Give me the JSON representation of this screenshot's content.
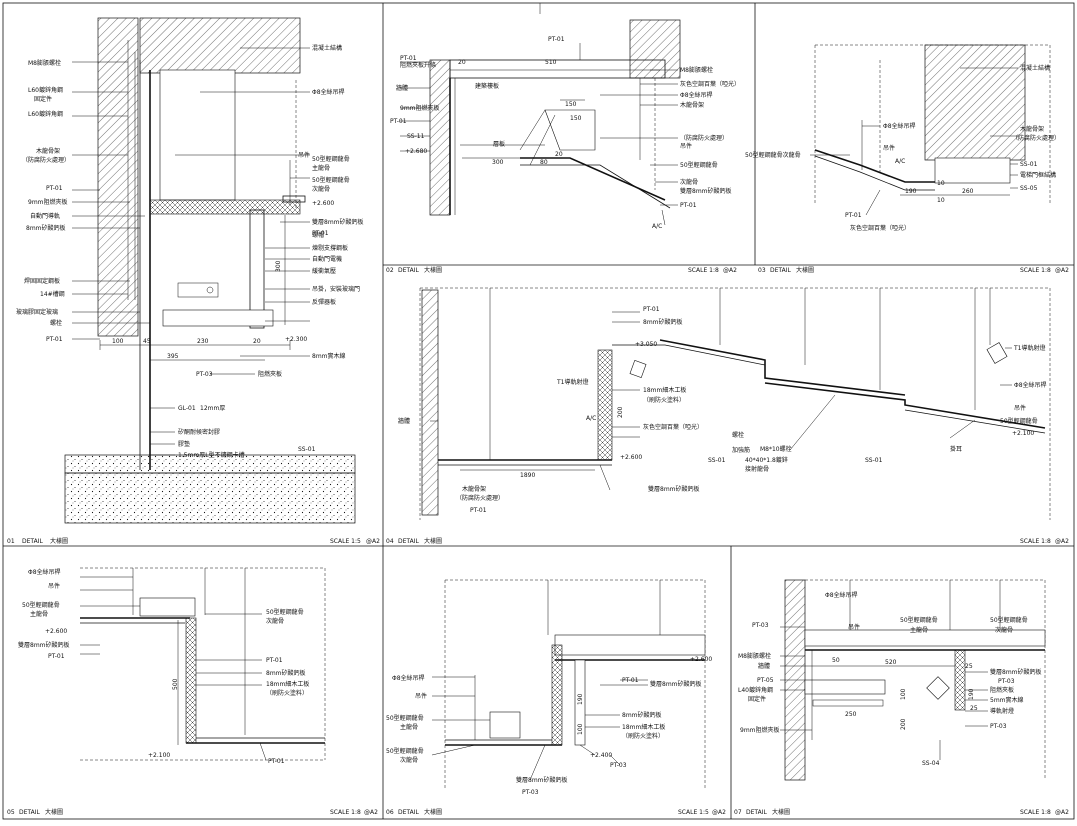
{
  "panels": [
    {
      "num": "01",
      "title": "DETAIL",
      "subtitle": "大樣圖",
      "scale": "SCALE 1:5",
      "paper": "@A2",
      "labels": [
        "M8膨脹螺栓",
        "L60鍍鋅角鋼",
        "固定件",
        "L60鍍鋅角鋼",
        "木龍骨架",
        "（防腐防火處理）",
        "PT-01",
        "9mm阻燃夾板",
        "自動門導軌",
        "8mm矽酸鈣板",
        "焊固固定鋼板",
        "14#槽鋼",
        "玻璃膠固定玻璃",
        "螺栓",
        "PT-01",
        "混凝土結構",
        "Φ8全絲吊桿",
        "吊件",
        "50型輕鋼龍骨",
        "主龍骨",
        "50型輕鋼龍骨",
        "次龍骨",
        "+2.600",
        "雙層8mm矽酸鈣板",
        "PT-01",
        "螺帽",
        "煉剔支撐鋼板",
        "自動門電機",
        "緩衝氣壓",
        "吊掛，安裝玻璃門",
        "反彈器板",
        "+2.300",
        "8mm實木線",
        "PT-03",
        "阻燃夾板",
        "GL-01",
        "12mm厚",
        "矽酮耐候密封膠",
        "膠墊",
        "1.5mm厚L型不鏽鋼卡槽",
        "SS-01"
      ],
      "dims": [
        "100",
        "45",
        "230",
        "20",
        "395",
        "300"
      ]
    },
    {
      "num": "02",
      "title": "DETAIL",
      "subtitle": "大樣圖",
      "scale": "SCALE 1:8",
      "paper": "@A2",
      "labels": [
        "PT-01",
        "PT-01",
        "阻燃夾板升條",
        "牆體",
        "9mm阻燃夾板",
        "PT-01",
        "SS-11",
        "+2.680",
        "層板",
        "建築樓板",
        "M8膨脹螺栓",
        "灰色空調百葉（啞光）",
        "Φ8全絲吊桿",
        "木龍骨架",
        "（防腐防火處理）",
        "吊件",
        "50型輕鋼龍骨",
        "次龍骨",
        "雙層8mm矽酸鈣板",
        "PT-01",
        "A/C"
      ],
      "dims": [
        "20",
        "510",
        "150",
        "150",
        "300",
        "80",
        "20"
      ]
    },
    {
      "num": "03",
      "title": "DETAIL",
      "subtitle": "大樣圖",
      "scale": "SCALE 1:8",
      "paper": "@A2",
      "labels": [
        "混凝土結構",
        "Φ8全絲吊桿",
        "50型輕鋼龍骨次龍骨",
        "吊件",
        "A/C",
        "木龍骨架",
        "（防腐防火處理）",
        "SS-01",
        "電梯門框結構",
        "SS-05",
        "PT-01",
        "灰色空調百葉（啞光）"
      ],
      "dims": [
        "10",
        "190",
        "260",
        "10"
      ]
    },
    {
      "num": "04",
      "title": "DETAIL",
      "subtitle": "大樣圖",
      "scale": "SCALE 1:8",
      "paper": "@A2",
      "labels": [
        "PT-01",
        "8mm矽酸鈣板",
        "+3.050",
        "T1導軌射燈",
        "A/C",
        "18mm細木工板",
        "（刷防火塗料）",
        "灰色空調百葉（啞光）",
        "木龍骨架",
        "（防腐防火處理）",
        "PT-01",
        "牆體",
        "+2.600",
        "SS-01",
        "螺栓",
        "加強筋",
        "M8*10螺栓",
        "40*40*1.8鍍鋅",
        "接射龍骨",
        "雙層8mm矽酸鈣板",
        "SS-01",
        "掛耳",
        "T1導軌射燈",
        "Φ8全絲吊桿",
        "吊件",
        "50型輕鋼龍骨",
        "+2.100"
      ],
      "dims": [
        "1890",
        "200"
      ]
    },
    {
      "num": "05",
      "title": "DETAIL",
      "subtitle": "大樣圖",
      "scale": "SCALE 1:8",
      "paper": "@A2",
      "labels": [
        "Φ8全絲吊桿",
        "吊件",
        "50型輕鋼龍骨",
        "主龍骨",
        "+2.600",
        "雙層8mm矽酸鈣板",
        "PT-01",
        "50型輕鋼龍骨",
        "次龍骨",
        "PT-01",
        "8mm矽酸鈣板",
        "18mm細木工板",
        "（刷防火塗料）",
        "+2.100",
        "PT-01"
      ],
      "dims": [
        "500"
      ]
    },
    {
      "num": "06",
      "title": "DETAIL",
      "subtitle": "大樣圖",
      "scale": "SCALE 1:5",
      "paper": "@A2",
      "labels": [
        "+2.600",
        "PT-01",
        "雙層8mm矽酸鈣板",
        "Φ8全絲吊桿",
        "吊件",
        "50型輕鋼龍骨",
        "主龍骨",
        "8mm矽酸鈣板",
        "18mm細木工板",
        "（刷防火塗料）",
        "50型輕鋼龍骨",
        "次龍骨",
        "+2.400",
        "PT-03",
        "雙層8mm矽酸鈣板",
        "PT-03"
      ],
      "dims": [
        "190",
        "100"
      ]
    },
    {
      "num": "07",
      "title": "DETAIL",
      "subtitle": "大樣圖",
      "scale": "SCALE 1:8",
      "paper": "@A2",
      "labels": [
        "Φ8全絲吊桿",
        "PT-03",
        "吊件",
        "50型輕鋼龍骨",
        "主龍骨",
        "50型輕鋼龍骨",
        "次龍骨",
        "M8膨脹螺栓",
        "牆體",
        "PT-05",
        "L40鍍鋅角鋼",
        "固定件",
        "9mm阻燃夾板",
        "雙層8mm矽酸鈣板",
        "PT-03",
        "阻燃夾板",
        "5mm實木線",
        "導軌射燈",
        "PT-03",
        "SS-04"
      ],
      "dims": [
        "50",
        "520",
        "100",
        "25",
        "250",
        "200",
        "190",
        "25"
      ]
    }
  ]
}
